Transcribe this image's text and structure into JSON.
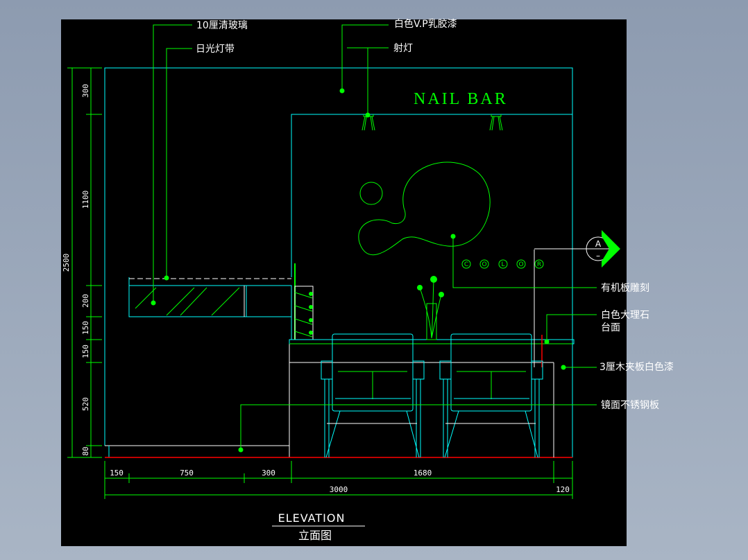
{
  "callouts": {
    "glass": "10厘清玻璃",
    "light_strip": "日光灯带",
    "paint": "白色V.P乳胶漆",
    "spotlight": "射灯",
    "acrylic": "有机板雕刻",
    "marble_line1": "白色大理石",
    "marble_line2": "台面",
    "plywood": "3厘木夹板白色漆",
    "steel": "镜面不锈钢板"
  },
  "sign_text": "NAIL BAR",
  "color_letters": [
    "C",
    "O",
    "L",
    "O",
    "R"
  ],
  "section_marker": {
    "letter": "A",
    "sub": "–"
  },
  "vertical_dims": {
    "total": "2500",
    "parts": [
      "300",
      "1100",
      "200",
      "150",
      "150",
      "520",
      "80"
    ]
  },
  "horizontal_dims": {
    "parts": [
      "150",
      "750",
      "300",
      "1680"
    ],
    "total": "3000",
    "right": "120"
  },
  "title": {
    "en": "ELEVATION",
    "cn": "立面图"
  },
  "colors": {
    "cyan": "#00ffff",
    "green": "#00ff00",
    "red": "#ff0000",
    "white": "#ffffff"
  }
}
